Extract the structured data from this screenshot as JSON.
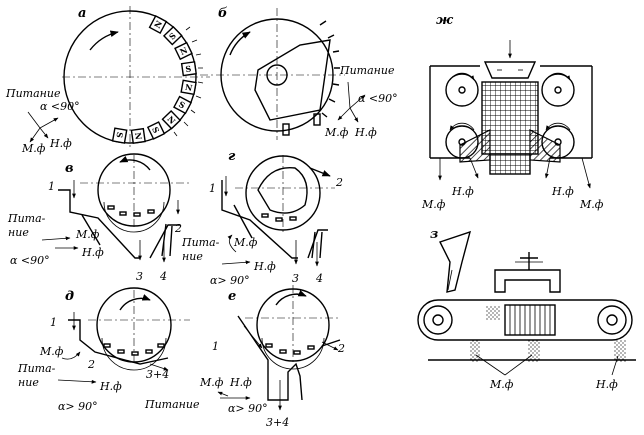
{
  "panels": {
    "a": {
      "letter": "а",
      "feed": "Питание",
      "angle": "α <90°",
      "nf": "Н.ф",
      "mf": "М.ф"
    },
    "b": {
      "letter": "б",
      "feed": "Питание",
      "angle": "α <90°",
      "mf": "М.ф",
      "nf": "Н.ф"
    },
    "v": {
      "letter": "в",
      "n1": "1",
      "n2": "2",
      "n3": "3",
      "n4": "4",
      "feed1": "Пита-",
      "feed2": "ние",
      "mf": "М.ф",
      "nf": "Н.ф",
      "angle": "α <90°"
    },
    "g": {
      "letter": "г",
      "n1": "1",
      "n2": "2",
      "n3": "3",
      "n4": "4",
      "feed1": "Пита-",
      "feed2": "ние",
      "mf": "М.ф",
      "nf": "Н.ф",
      "angle": "α> 90°"
    },
    "d": {
      "letter": "д",
      "n1": "1",
      "n2": "2",
      "n34": "3+4",
      "mf": "М.ф",
      "feed1": "Пита-",
      "feed2": "ние",
      "nf": "Н.ф",
      "angle": "α> 90°"
    },
    "e": {
      "letter": "е",
      "n1": "1",
      "n2": "2",
      "n34": "3+4",
      "mf": "М.ф",
      "nf": "Н.ф",
      "feed": "Питание",
      "angle": "α> 90°"
    },
    "zh": {
      "letter": "ж",
      "nf_l": "Н.ф",
      "nf_r": "Н.ф",
      "mf_l": "М.ф",
      "mf_r": "М.ф"
    },
    "z": {
      "letter": "з",
      "mf": "М.ф",
      "nf": "Н.ф"
    }
  },
  "magnet_poles": [
    "N",
    "S",
    "N",
    "S",
    "N",
    "S",
    "N",
    "S",
    "N",
    "S"
  ]
}
